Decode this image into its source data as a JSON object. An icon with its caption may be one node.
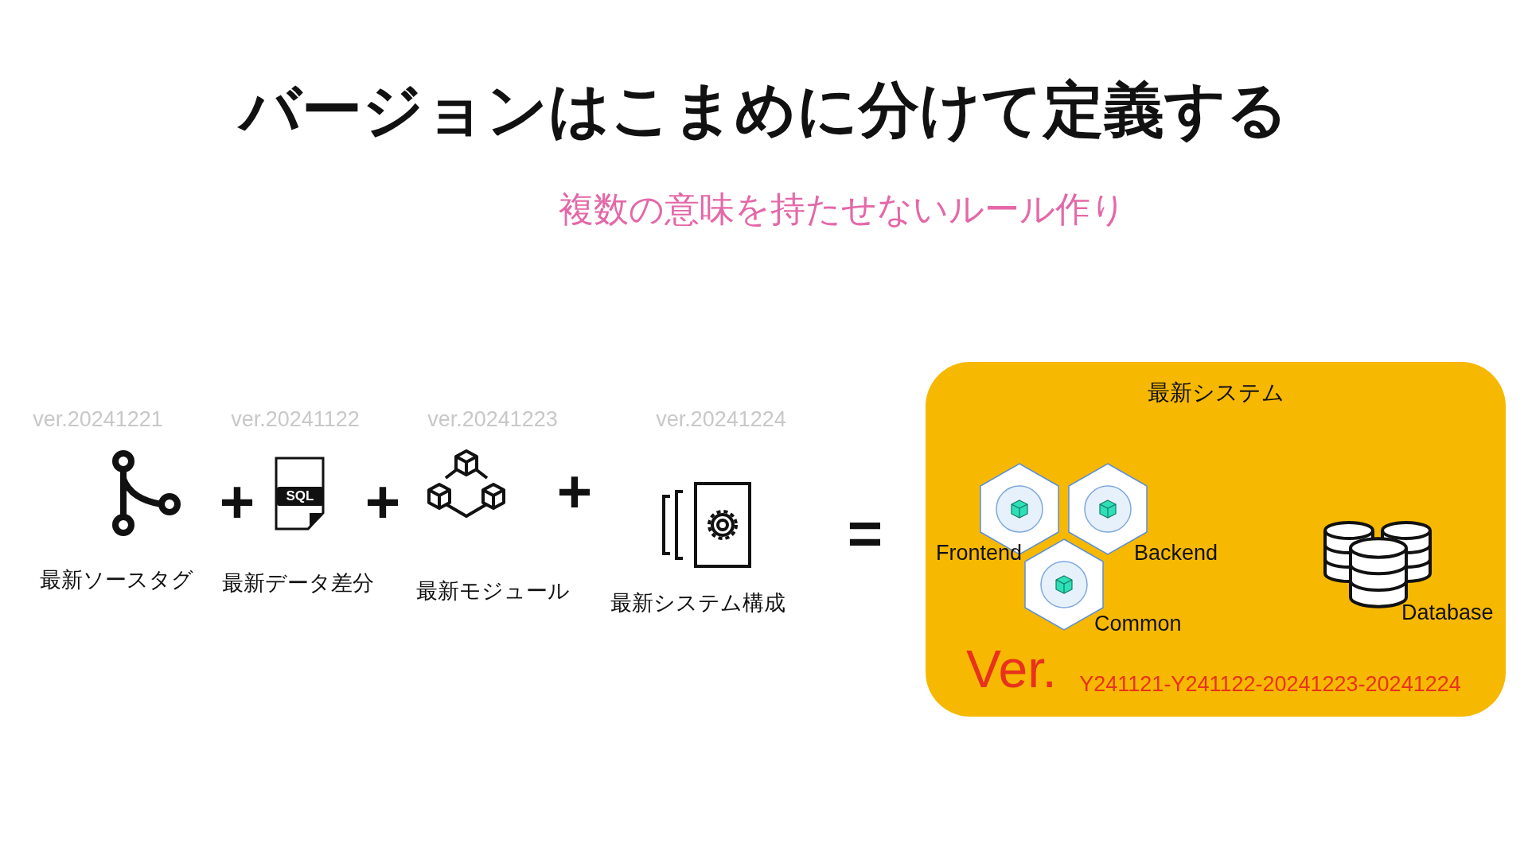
{
  "diagram": {
    "title": "バージョンはこまめに分けて定義する",
    "nodes": [
      {
        "text": [
          "最新システム"
        ]
      },
      {
        "text": [
          "Frontend"
        ],
        "in": 0
      },
      {
        "text": [
          "Backend"
        ],
        "in": 0
      },
      {
        "text": [
          "Common"
        ],
        "in": 0
      },
      {
        "text": [
          "Database"
        ],
        "in": 0
      }
    ],
    "labels": [
      "複数の意味を持たせないルール作り",
      "ver.20241221",
      "ver.20241122",
      "ver.20241223",
      "ver.20241224",
      "+",
      "SQL",
      "+",
      "+",
      "=",
      "最新ソースタグ",
      "最新データ差分",
      "最新モジュール",
      "最新システム構成",
      "Ver.",
      "Y241121-Y241122-20241223-20241224"
    ]
  }
}
